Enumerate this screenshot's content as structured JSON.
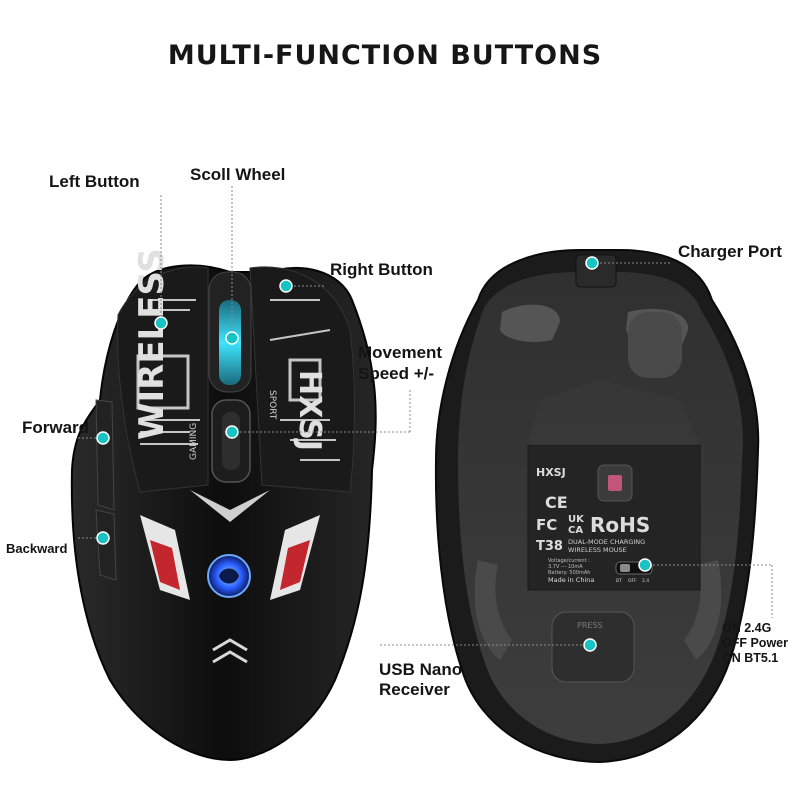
{
  "title": "MULTI-FUNCTION BUTTONS",
  "callouts": {
    "left_button": "Left Button",
    "scroll_wheel": "Scoll Wheel",
    "right_button": "Right Button",
    "movement_speed_line1": "Movement",
    "movement_speed_line2": "Speed +/-",
    "forward": "Forward",
    "backward": "Backward",
    "charger_port": "Charger Port",
    "usb_receiver_line1": "USB Nano",
    "usb_receiver_line2": "Receiver",
    "power_line1": "ON 2.4G",
    "power_line2": "OFF Power",
    "power_line3": "ON BT5.1"
  },
  "mouse_top": {
    "logo_text": "HXSJ",
    "deco_text_1": "WIRELESS",
    "deco_text_2": "GAMING",
    "deco_text_3": "SPORT"
  },
  "mouse_bottom": {
    "brand": "HXSJ",
    "model": "T38",
    "description_line1": "DUAL-MODE CHARGING",
    "description_line2": "WIRELESS MOUSE",
    "voltage_label": "Voltage/current :",
    "voltage_value": "3.7V --- 10mA",
    "battery": "Battery: 500mAh",
    "made_in": "Made in China",
    "cert_ce": "CE",
    "cert_fc": "FC",
    "cert_ukca_1": "UK",
    "cert_ukca_2": "CA",
    "cert_rohs": "RoHS",
    "switch_labels": [
      "BT",
      "OFF",
      "2.4"
    ],
    "press_label": "PRESS"
  },
  "colors": {
    "accent_marker": "#19c3c3",
    "mouse_body": "#151515",
    "mouse_bottom": "#3a3a3a",
    "label_plate": "#2b2b2b",
    "glow": "#2ad2ff",
    "red_accent": "#c4262e"
  }
}
